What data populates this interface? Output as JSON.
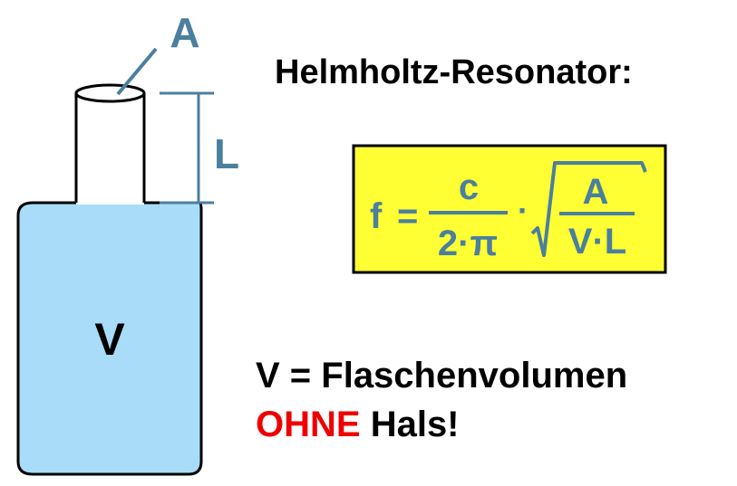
{
  "title": "Helmholtz-Resonator:",
  "labels": {
    "area": "A",
    "length": "L",
    "volume": "V"
  },
  "formula": {
    "lhs": "f",
    "equals": "=",
    "numerator": "c",
    "denominator": "2·π",
    "dot": "·",
    "root_numerator": "A",
    "root_denominator": "V·L"
  },
  "note": {
    "line1": "V = Flaschenvolumen",
    "line2_red": "OHNE",
    "line2_rest": " Hals!"
  },
  "colors": {
    "bottle_fill": "#a8dcf8",
    "label_blue": "#4b7f9e",
    "formula_box": "#ffff33",
    "formula_text": "#4b7f9e",
    "warning_red": "#ee0000"
  }
}
